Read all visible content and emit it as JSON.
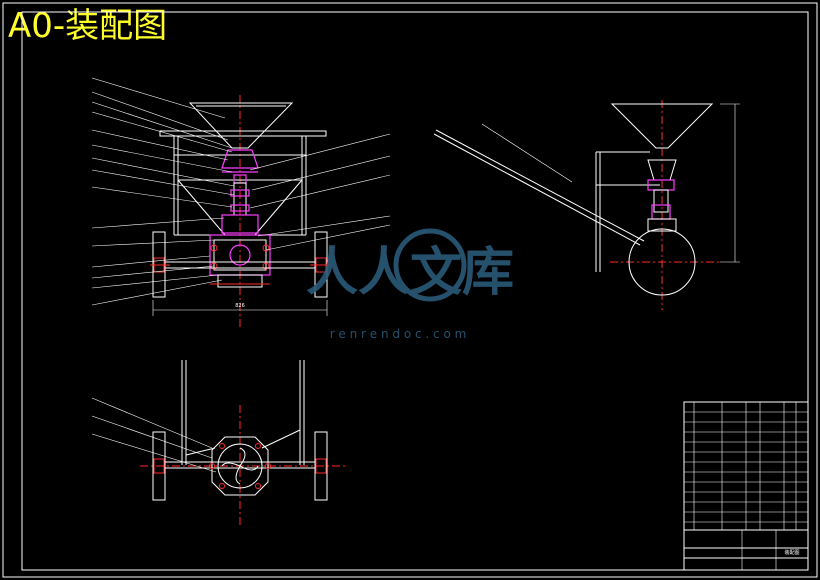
{
  "drawing": {
    "title": "A0-装配图",
    "dimension_front_width": "826",
    "title_block_name": "装配图"
  },
  "watermark": {
    "main": "人人文库",
    "url": "r e n r e n d o c . c o m"
  },
  "colors": {
    "background": "#000000",
    "title": "#ffff2a",
    "frame": "#ffffff",
    "centerline": "#ff2a2a",
    "watermark": "#2a5a78"
  }
}
